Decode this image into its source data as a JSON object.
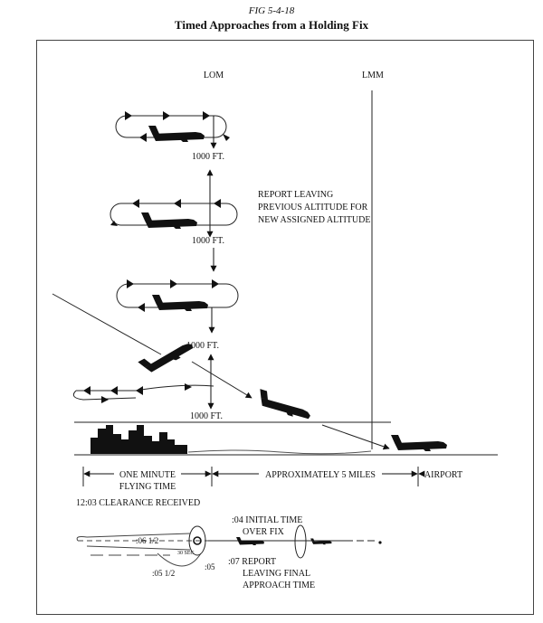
{
  "figure": {
    "number": "FIG 5‑4‑18",
    "title": "Timed Approaches from a Holding Fix"
  },
  "fixes": {
    "outer_marker": "LOM",
    "middle_marker": "LMM"
  },
  "altitude_separation": {
    "label_1": "1000 FT.",
    "label_2": "1000 FT.",
    "label_3": "1000 FT.",
    "label_4": "1000 FT."
  },
  "report_note": {
    "line1": "REPORT LEAVING",
    "line2": "PREVIOUS ALTITUDE FOR",
    "line3": "NEW ASSIGNED ALTITUDE"
  },
  "distances": {
    "one_minute_line1": "ONE MINUTE",
    "one_minute_line2": "FLYING TIME",
    "approx_miles": "APPROXIMATELY 5 MILES",
    "airport": "AIRPORT"
  },
  "timeline": {
    "clearance": "12:03 CLEARANCE RECEIVED",
    "initial_line1": ":04 INITIAL TIME",
    "initial_line2": "OVER FIX",
    "t_06_half": ":06 1/2",
    "t_30_sec": "30 SEC",
    "t_05_half": ":05 1/2",
    "t_05": ":05",
    "report_line1": ":07  REPORT",
    "report_line2": "LEAVING FINAL",
    "report_line3": "APPROACH TIME"
  }
}
